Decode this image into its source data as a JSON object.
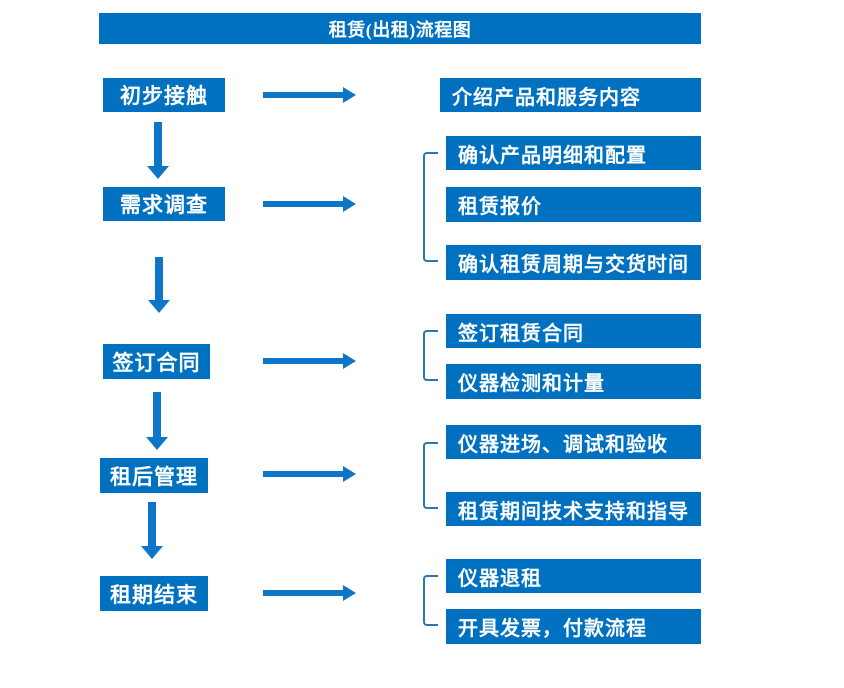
{
  "title": "租赁(出租)流程图",
  "colors": {
    "primary": "#0070c0",
    "arrow": "#0e76c8",
    "bracket": "#2e75b6",
    "text": "#ffffff",
    "background": "#ffffff"
  },
  "steps": [
    {
      "label": "初步接触",
      "details": [
        "介绍产品和服务内容"
      ]
    },
    {
      "label": "需求调查",
      "details": [
        "确认产品明细和配置",
        "租赁报价",
        "确认租赁周期与交货时间"
      ]
    },
    {
      "label": "签订合同",
      "details": [
        "签订租赁合同",
        "仪器检测和计量"
      ]
    },
    {
      "label": "租后管理",
      "details": [
        "仪器进场、调试和验收",
        "租赁期间技术支持和指导"
      ]
    },
    {
      "label": "租期结束",
      "details": [
        "仪器退租",
        "开具发票，付款流程"
      ]
    }
  ]
}
